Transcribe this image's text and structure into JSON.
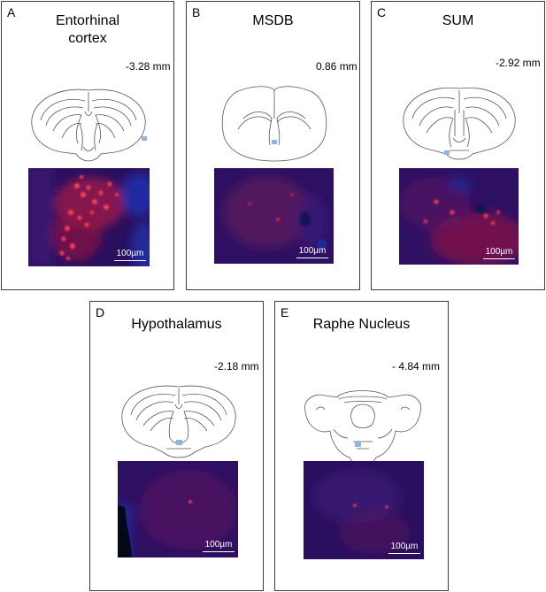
{
  "colors": {
    "border": "#3a3a3a",
    "tissue_base": "#2a0f5e",
    "red_signal": "#e0283c",
    "blue_signal": "#1f2fa8",
    "region_marker": "#8fb4e6",
    "scale_bar": "#ffffff"
  },
  "panels": [
    {
      "letter": "A",
      "title_line1": "Entorhinal",
      "title_line2": "cortex",
      "coord": "-3.28 mm",
      "scale_label": "100µm",
      "brain_section": "coronal-section-posterior-hippocampus"
    },
    {
      "letter": "B",
      "title_line1": "MSDB",
      "title_line2": "",
      "coord": "0.86 mm",
      "scale_label": "100µm",
      "brain_section": "coronal-section-anterior"
    },
    {
      "letter": "C",
      "title_line1": "SUM",
      "title_line2": "",
      "coord": "-2.92 mm",
      "scale_label": "100µm",
      "brain_section": "coronal-section-posterior-hippocampus"
    },
    {
      "letter": "D",
      "title_line1": "Hypothalamus",
      "title_line2": "",
      "coord": "-2.18 mm",
      "scale_label": "100µm",
      "brain_section": "coronal-section-mid"
    },
    {
      "letter": "E",
      "title_line1": "Raphe Nucleus",
      "title_line2": "",
      "coord": "- 4.84 mm",
      "scale_label": "100µm",
      "brain_section": "coronal-section-brainstem"
    }
  ]
}
